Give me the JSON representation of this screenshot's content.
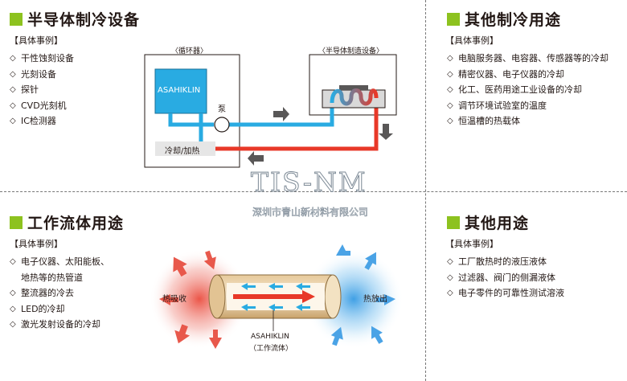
{
  "sections": {
    "semiconductor": {
      "title": "半导体制冷设备",
      "subtitle": "【具体事例】",
      "items": [
        "干性蚀刻设备",
        "光刻设备",
        "探针",
        "CVD光刻机",
        "IC检测器"
      ]
    },
    "other_refrigeration": {
      "title": "其他制冷用途",
      "subtitle": "【具体事例】",
      "items": [
        "电脑服务器、电容器、传感器等的冷却",
        "精密仪器、电子仪器的冷却",
        "化工、医药用途工业设备的冷却",
        "调节环境试验室的温度",
        "恒温槽的热载体"
      ]
    },
    "working_fluid": {
      "title": "工作流体用途",
      "subtitle": "【具体事例】",
      "items": [
        "电子仪器、太阳能板、",
        "地热等的热管道",
        "整流器的冷去",
        "LED的冷却",
        "激光发射设备的冷却"
      ]
    },
    "other_uses": {
      "title": "其他用途",
      "subtitle": "【具体事例】",
      "items": [
        "工厂散热时的液压液体",
        "过滤器、阀门的侧漏液体",
        "电子零件的可靠性测试溶液"
      ]
    }
  },
  "diagram_top": {
    "circulator_caption": "〈循环器〉",
    "equipment_caption": "〈半导体制造设备〉",
    "brand_label": "ASAHIKLIN",
    "pump_label": "泵",
    "cool_heat_label": "冷却/加热",
    "colors": {
      "cold": "#29abe2",
      "hot": "#e83828",
      "arrow": "#595757"
    }
  },
  "diagram_bottom": {
    "heat_absorb_label": "热吸收",
    "heat_release_label": "热放出",
    "fluid_name": "ASAHIKLIN",
    "fluid_caption": "（工作流体）"
  },
  "watermark": {
    "logo_text": "TIS-NM",
    "company": "深圳市青山新材料有限公司"
  },
  "theme": {
    "accent": "#8dc21f"
  }
}
